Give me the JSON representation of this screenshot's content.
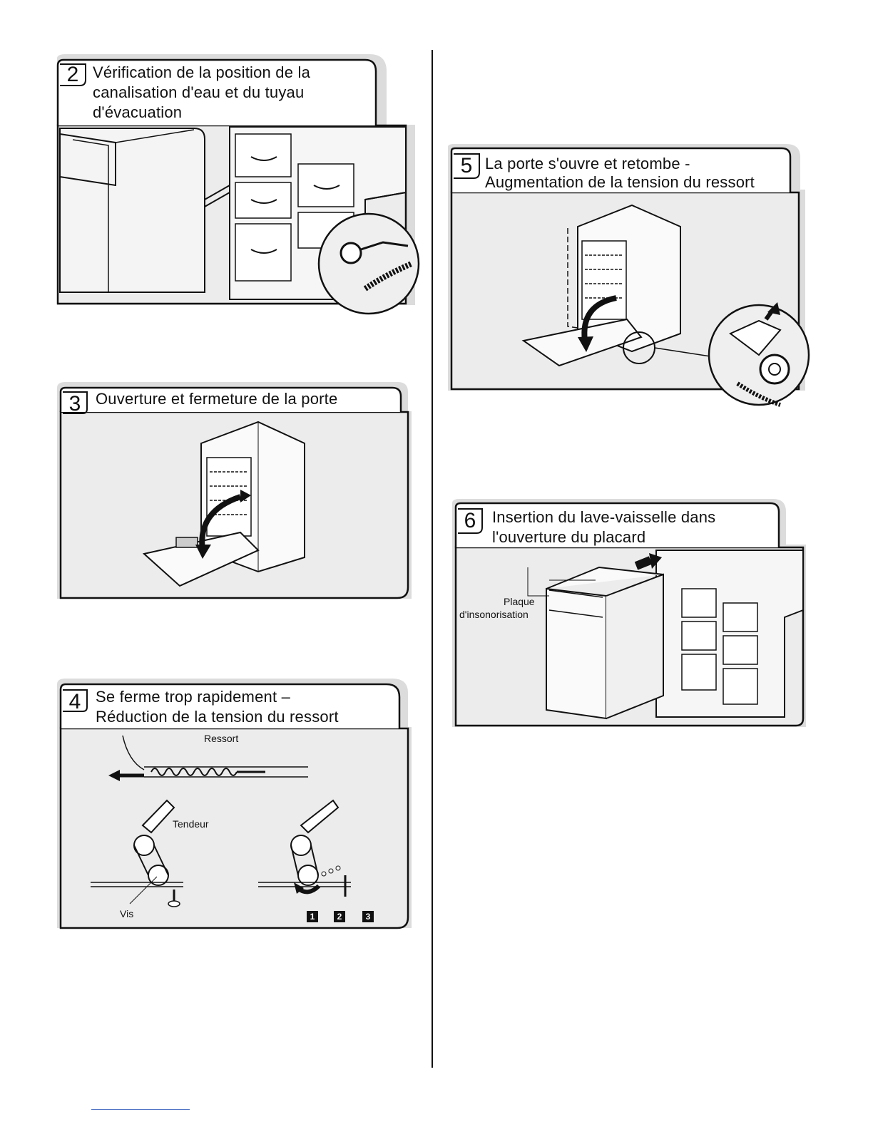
{
  "steps": [
    {
      "number": "2",
      "title_lines": [
        "Vérification de la position de la",
        "canalisation d'eau et du tuyau",
        "d'évacuation"
      ],
      "labels": []
    },
    {
      "number": "3",
      "title_lines": [
        "Ouverture et fermeture de la porte"
      ],
      "labels": []
    },
    {
      "number": "4",
      "title_lines": [
        "Se ferme trop rapidement –",
        "Réduction de la tension du ressort"
      ],
      "labels": {
        "spring": "Ressort",
        "tensioner": "Tendeur",
        "screw": "Vis",
        "badges": [
          "1",
          "2",
          "3"
        ]
      }
    },
    {
      "number": "5",
      "title_lines": [
        "La porte s'ouvre et retombe -",
        "Augmentation de la tension du ressort"
      ],
      "labels": []
    },
    {
      "number": "6",
      "title_lines": [
        "Insertion du lave-vaisselle dans",
        "l'ouverture du placard"
      ],
      "labels": {
        "plate_line1": "Plaque",
        "plate_line2": "d'insonorisation"
      }
    }
  ]
}
